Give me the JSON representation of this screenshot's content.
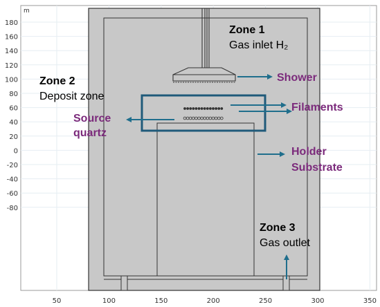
{
  "axes": {
    "unit": "m",
    "x_ticks": [
      "50",
      "100",
      "150",
      "200",
      "250",
      "300",
      "350"
    ],
    "y_ticks": [
      "180",
      "160",
      "140",
      "120",
      "100",
      "80",
      "60",
      "40",
      "20",
      "0",
      "-20",
      "-40",
      "-60",
      "-80"
    ]
  },
  "zones": [
    {
      "title": "Zone 1",
      "description": "Gas inlet H₂"
    },
    {
      "title": "Zone 2",
      "description": "Deposit zone"
    },
    {
      "title": "Zone 3",
      "description": "Gas outlet"
    }
  ],
  "callouts": {
    "shower": "Shower",
    "filaments": "Filaments",
    "source_line1": "Source",
    "source_line2": "quartz",
    "holder_line1": "Holder",
    "holder_line2": "Substrate"
  },
  "colors": {
    "chamber": "#c8c8c8",
    "outline": "#333333",
    "arrow": "#1f6e8c",
    "callout_text": "#7b2a7b",
    "frame": "#1f5a7a",
    "grid": "#e8eef2"
  }
}
